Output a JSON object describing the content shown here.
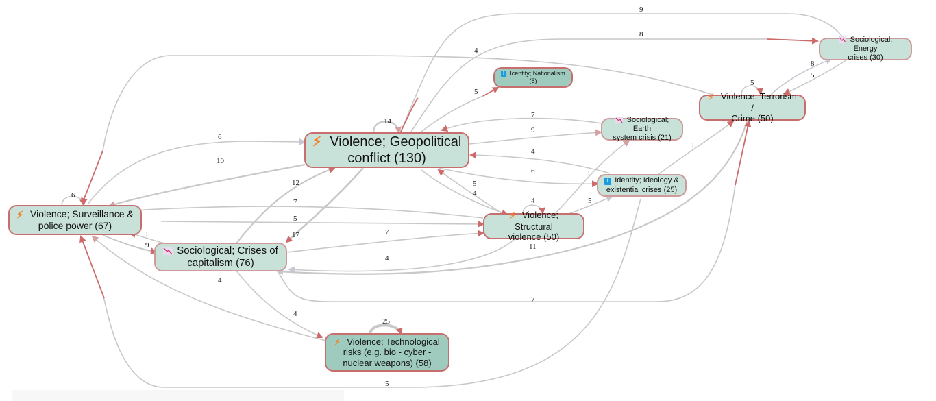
{
  "colors": {
    "node_fill": "#c8e2da",
    "node_fill_dark": "#9fcbbf",
    "node_border": "#c86e6e",
    "edge_gray": "#c8c8c8",
    "edge_red": "#cd6a6a",
    "bolt": "#f47c20",
    "info": "#1b9be0"
  },
  "nodes": [
    {
      "id": "geo",
      "icon": "bolt-icon",
      "line1": "Violence; Geopolitical",
      "line2": "conflict (130)"
    },
    {
      "id": "surv",
      "icon": "bolt-icon",
      "line1": "Violence; Surveillance &",
      "line2": "police power (67)"
    },
    {
      "id": "cap",
      "icon": "trend-down-icon",
      "line1": "Sociological; Crises of",
      "line2": "capitalism (76)"
    },
    {
      "id": "tech",
      "icon": "bolt-icon",
      "line1": "Violence; Technological",
      "line2": "risks (e.g. bio - cyber -",
      "line3": "nuclear weapons) (58)"
    },
    {
      "id": "struct",
      "icon": "bolt-icon",
      "line1": "Violence; Structural",
      "line2": "violence (50)"
    },
    {
      "id": "terror",
      "icon": "bolt-icon",
      "line1": "Violence; Terrorism /",
      "line2": "Crime (50)"
    },
    {
      "id": "energy",
      "icon": "trend-down-icon",
      "line1": "Sociological: Energy",
      "line2": "crises (30)"
    },
    {
      "id": "earth",
      "icon": "trend-down-icon",
      "line1": "Sociological; Earth",
      "line2": "system crisis (21)"
    },
    {
      "id": "ideology",
      "icon": "info-icon",
      "line1": "Identity; Ideology &",
      "line2": "existential crises (25)"
    },
    {
      "id": "nation",
      "icon": "info-icon",
      "line1": "Icentity; Nationalism",
      "line2": "(5)"
    }
  ],
  "edges": [
    {
      "from": "geo",
      "to": "geo",
      "weight": "14"
    },
    {
      "from": "surv",
      "to": "surv",
      "weight": "6"
    },
    {
      "from": "struct",
      "to": "struct",
      "weight": "4"
    },
    {
      "from": "terror",
      "to": "terror",
      "weight": "5"
    },
    {
      "from": "tech",
      "to": "tech",
      "weight": "25"
    },
    {
      "from": "geo",
      "to": "energy",
      "weight": "9"
    },
    {
      "from": "geo",
      "to": "energy",
      "weight": "8"
    },
    {
      "from": "terror",
      "to": "surv",
      "weight": "4"
    },
    {
      "from": "geo",
      "to": "nation",
      "weight": "5"
    },
    {
      "from": "terror",
      "to": "energy",
      "weight": "8"
    },
    {
      "from": "energy",
      "to": "terror",
      "weight": "5"
    },
    {
      "from": "earth",
      "to": "geo",
      "weight": "7"
    },
    {
      "from": "geo",
      "to": "earth",
      "weight": "9"
    },
    {
      "from": "ideology",
      "to": "geo",
      "weight": "4"
    },
    {
      "from": "geo",
      "to": "ideology",
      "weight": "6"
    },
    {
      "from": "surv",
      "to": "geo",
      "weight": "6"
    },
    {
      "from": "geo",
      "to": "surv",
      "weight": "10"
    },
    {
      "from": "cap",
      "to": "geo",
      "weight": "12"
    },
    {
      "from": "geo",
      "to": "cap",
      "weight": "17"
    },
    {
      "from": "struct",
      "to": "geo",
      "weight": "5"
    },
    {
      "from": "geo",
      "to": "struct",
      "weight": "4"
    },
    {
      "from": "struct",
      "to": "surv",
      "weight": "7"
    },
    {
      "from": "surv",
      "to": "struct",
      "weight": "5"
    },
    {
      "from": "cap",
      "to": "surv",
      "weight": "5"
    },
    {
      "from": "surv",
      "to": "cap",
      "weight": "9"
    },
    {
      "from": "cap",
      "to": "struct",
      "weight": "7"
    },
    {
      "from": "struct",
      "to": "cap",
      "weight": "4"
    },
    {
      "from": "struct",
      "to": "earth",
      "weight": "5"
    },
    {
      "from": "struct",
      "to": "ideology",
      "weight": "5"
    },
    {
      "from": "ideology",
      "to": "terror",
      "weight": "5"
    },
    {
      "from": "terror",
      "to": "cap",
      "weight": "11"
    },
    {
      "from": "cap",
      "to": "terror",
      "weight": "7"
    },
    {
      "from": "cap",
      "to": "tech",
      "weight": "4"
    },
    {
      "from": "tech",
      "to": "surv",
      "weight": "4"
    },
    {
      "from": "ideology",
      "to": "surv",
      "weight": "5"
    }
  ]
}
